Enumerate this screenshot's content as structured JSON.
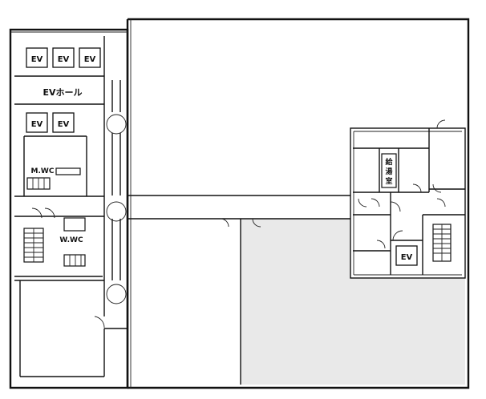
{
  "labels": {
    "ev": "EV",
    "ev_hall": "EVホール",
    "mens_wc": "M.WC",
    "womens_wc": "W.WC",
    "kitchenette": "給湯室"
  },
  "colors": {
    "line": "#111111",
    "shaded_area": "#e9e9e9",
    "background": "#ffffff"
  }
}
